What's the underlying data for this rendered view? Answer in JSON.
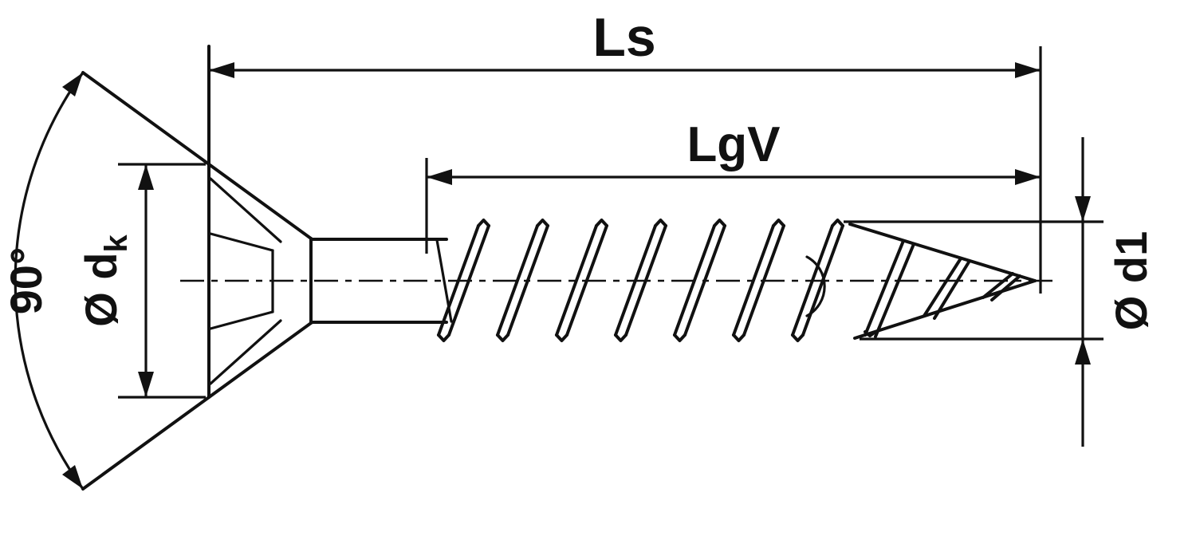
{
  "labels": {
    "total_length": "Ls",
    "thread_length": "LgV",
    "head_angle": "90°",
    "head_diameter_main": "Ø d",
    "head_diameter_sub": "k",
    "outer_diameter": "Ø d1"
  },
  "colors": {
    "line": "#111111",
    "background": "#ffffff"
  }
}
